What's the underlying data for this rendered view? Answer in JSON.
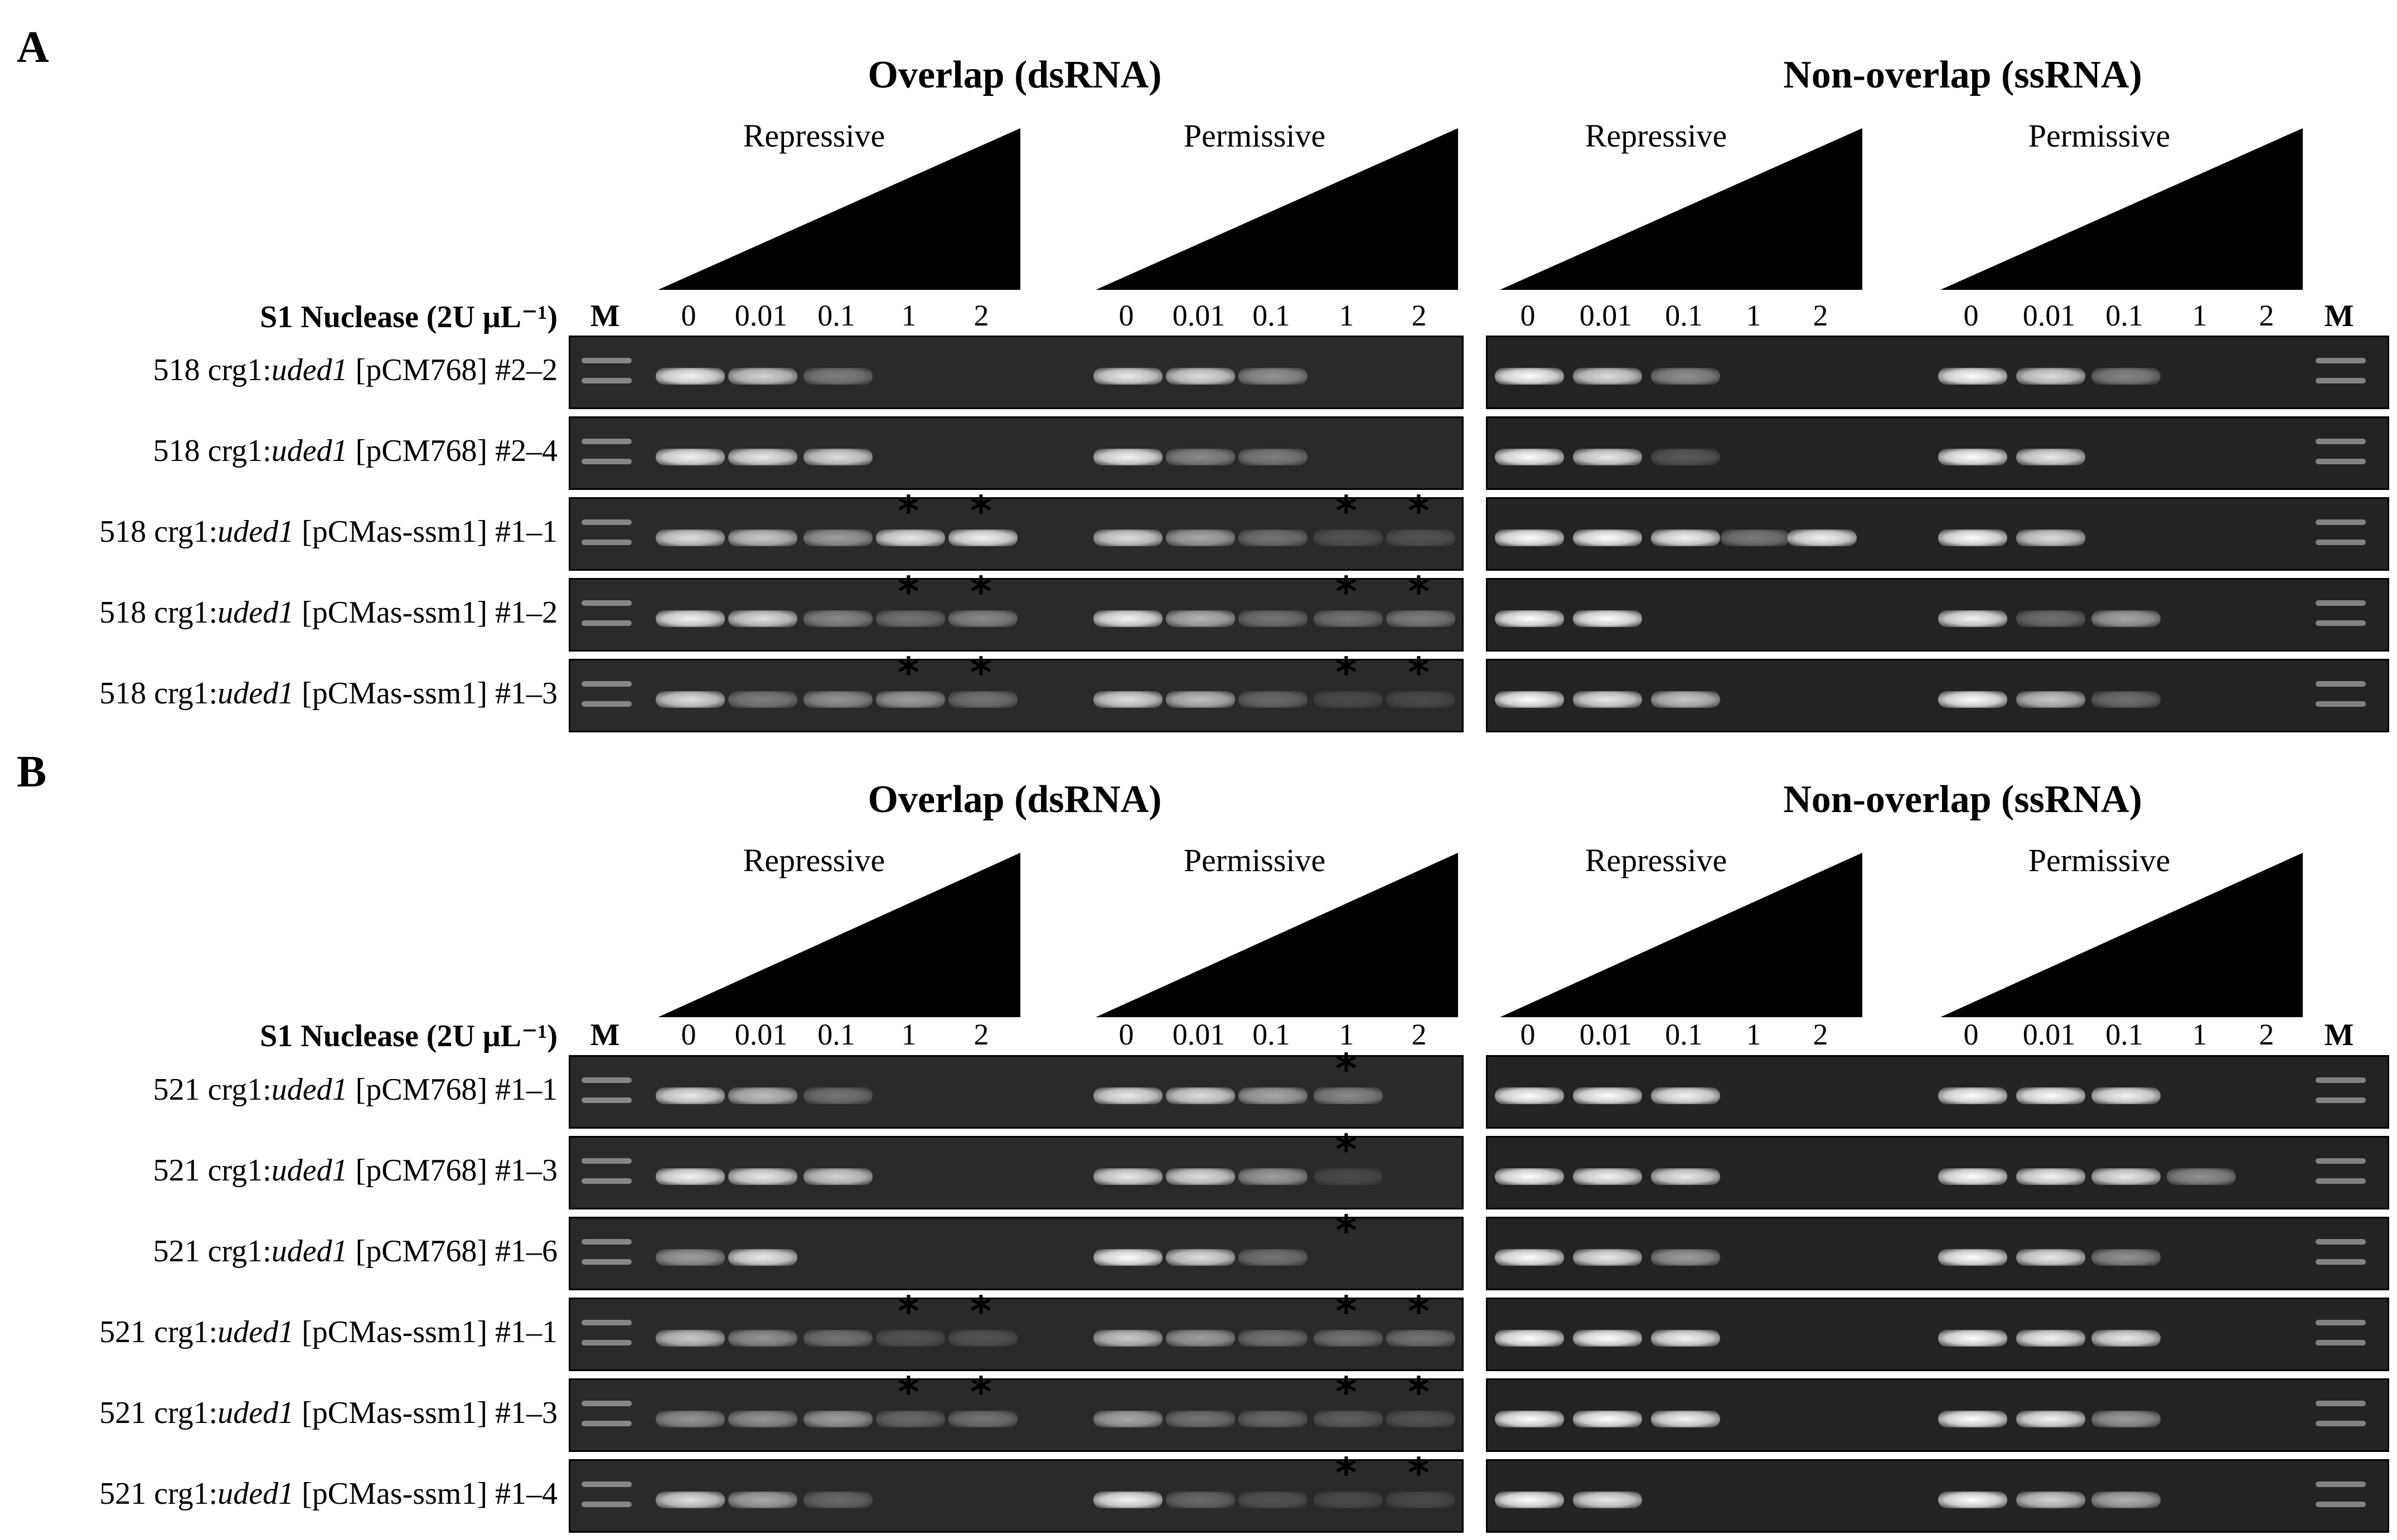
{
  "panels": [
    {
      "letter": "A",
      "overlap_title": "Overlap (dsRNA)",
      "nonoverlap_title": "Non-overlap (ssRNA)",
      "conditions": [
        "Repressive",
        "Permissive",
        "Repressive",
        "Permissive"
      ],
      "nuclease_label": "S1 Nuclease (2U μL⁻¹)",
      "marker": "M",
      "doses": [
        "0",
        "0.01",
        "0.1",
        "1",
        "2"
      ],
      "rows": [
        {
          "id": "518",
          "strain": "crg1:",
          "gene": "uded1",
          "plasmid": "[pCM768] #2–2",
          "bands": [
            [
              0.95,
              0.8,
              0.4,
              0,
              0
            ],
            [
              0.9,
              0.85,
              0.5,
              0,
              0
            ],
            [
              1,
              0.85,
              0.5,
              0,
              0
            ],
            [
              1,
              0.85,
              0.45,
              0,
              0
            ]
          ],
          "stars": [
            [
              0,
              0,
              0,
              0,
              0
            ],
            [
              0,
              0,
              0,
              0,
              0
            ]
          ]
        },
        {
          "id": "518",
          "strain": "crg1:",
          "gene": "uded1",
          "plasmid": "[pCM768] #2–4",
          "bands": [
            [
              0.95,
              0.9,
              0.85,
              0,
              0
            ],
            [
              0.95,
              0.45,
              0.4,
              0,
              0
            ],
            [
              1,
              0.9,
              0.25,
              0,
              0
            ],
            [
              1,
              0.9,
              0,
              0,
              0
            ]
          ],
          "stars": [
            [
              0,
              0,
              0,
              0,
              0
            ],
            [
              0,
              0,
              0,
              0,
              0
            ]
          ]
        },
        {
          "id": "518",
          "strain": "crg1:",
          "gene": "uded1",
          "plasmid": "[pCMas-ssm1] #1–1",
          "bands": [
            [
              0.85,
              0.75,
              0.55,
              0.9,
              0.95
            ],
            [
              0.85,
              0.6,
              0.35,
              0.2,
              0.2
            ],
            [
              1,
              1,
              0.95,
              0.4,
              0.95
            ],
            [
              1,
              0.85,
              0,
              0,
              0
            ]
          ],
          "stars": [
            [
              0,
              0,
              0,
              1,
              1
            ],
            [
              0,
              0,
              0,
              1,
              1
            ]
          ]
        },
        {
          "id": "518",
          "strain": "crg1:",
          "gene": "uded1",
          "plasmid": "[pCMas-ssm1] #1–2",
          "bands": [
            [
              0.95,
              0.85,
              0.45,
              0.35,
              0.45
            ],
            [
              0.95,
              0.65,
              0.35,
              0.35,
              0.4
            ],
            [
              1,
              1,
              0,
              0,
              0
            ],
            [
              0.95,
              0.35,
              0.6,
              0,
              0
            ]
          ],
          "stars": [
            [
              0,
              0,
              0,
              1,
              1
            ],
            [
              0,
              0,
              0,
              1,
              1
            ]
          ]
        },
        {
          "id": "518",
          "strain": "crg1:",
          "gene": "uded1",
          "plasmid": "[pCMas-ssm1] #1–3",
          "bands": [
            [
              0.85,
              0.4,
              0.5,
              0.55,
              0.35
            ],
            [
              0.85,
              0.7,
              0.3,
              0.15,
              0.15
            ],
            [
              1,
              0.9,
              0.75,
              0,
              0
            ],
            [
              1,
              0.75,
              0.35,
              0,
              0
            ]
          ],
          "stars": [
            [
              0,
              0,
              0,
              1,
              1
            ],
            [
              0,
              0,
              0,
              1,
              1
            ]
          ]
        }
      ]
    },
    {
      "letter": "B",
      "overlap_title": "Overlap (dsRNA)",
      "nonoverlap_title": "Non-overlap (ssRNA)",
      "conditions": [
        "Repressive",
        "Permissive",
        "Repressive",
        "Permissive"
      ],
      "nuclease_label": "S1 Nuclease (2U μL⁻¹)",
      "marker": "M",
      "doses": [
        "0",
        "0.01",
        "0.1",
        "1",
        "2"
      ],
      "rows": [
        {
          "id": "521",
          "strain": "crg1:",
          "gene": "uded1",
          "plasmid": "[pCM768] #1–1",
          "bands": [
            [
              0.9,
              0.7,
              0.35,
              0,
              0
            ],
            [
              0.9,
              0.85,
              0.6,
              0.45,
              0
            ],
            [
              1,
              1,
              0.95,
              0,
              0
            ],
            [
              1,
              1,
              0.95,
              0,
              0
            ]
          ],
          "stars": [
            [
              0,
              0,
              0,
              0,
              0
            ],
            [
              0,
              0,
              0,
              1,
              0
            ]
          ]
        },
        {
          "id": "521",
          "strain": "crg1:",
          "gene": "uded1",
          "plasmid": "[pCM768] #1–3",
          "bands": [
            [
              0.95,
              0.9,
              0.8,
              0,
              0
            ],
            [
              0.9,
              0.85,
              0.55,
              0.15,
              0
            ],
            [
              1,
              0.95,
              0.9,
              0,
              0
            ],
            [
              1,
              0.95,
              0.9,
              0.5,
              0
            ]
          ],
          "stars": [
            [
              0,
              0,
              0,
              0,
              0
            ],
            [
              0,
              0,
              0,
              1,
              0
            ]
          ]
        },
        {
          "id": "521",
          "strain": "crg1:",
          "gene": "uded1",
          "plasmid": "[pCM768] #1–6",
          "bands": [
            [
              0.55,
              0.9,
              0,
              0,
              0
            ],
            [
              1,
              0.85,
              0.35,
              0,
              0
            ],
            [
              1,
              0.9,
              0.55,
              0,
              0
            ],
            [
              1,
              0.9,
              0.5,
              0,
              0
            ]
          ],
          "stars": [
            [
              0,
              0,
              0,
              0,
              0
            ],
            [
              0,
              0,
              0,
              1,
              0
            ]
          ]
        },
        {
          "id": "521",
          "strain": "crg1:",
          "gene": "uded1",
          "plasmid": "[pCMas-ssm1] #1–1",
          "bands": [
            [
              0.75,
              0.5,
              0.35,
              0.2,
              0.2
            ],
            [
              0.75,
              0.55,
              0.35,
              0.35,
              0.35
            ],
            [
              1,
              1,
              0.95,
              0,
              0
            ],
            [
              1,
              0.95,
              0.9,
              0,
              0
            ]
          ],
          "stars": [
            [
              0,
              0,
              0,
              1,
              1
            ],
            [
              0,
              0,
              0,
              1,
              1
            ]
          ]
        },
        {
          "id": "521",
          "strain": "crg1:",
          "gene": "uded1",
          "plasmid": "[pCMas-ssm1] #1–3",
          "bands": [
            [
              0.5,
              0.5,
              0.55,
              0.3,
              0.35
            ],
            [
              0.6,
              0.35,
              0.3,
              0.25,
              0.2
            ],
            [
              1,
              1,
              0.95,
              0,
              0
            ],
            [
              1,
              0.95,
              0.55,
              0,
              0
            ]
          ],
          "stars": [
            [
              0,
              0,
              0,
              1,
              1
            ],
            [
              0,
              0,
              0,
              1,
              1
            ]
          ]
        },
        {
          "id": "521",
          "strain": "crg1:",
          "gene": "uded1",
          "plasmid": "[pCMas-ssm1] #1–4",
          "bands": [
            [
              0.85,
              0.6,
              0.3,
              0,
              0
            ],
            [
              0.95,
              0.3,
              0.2,
              0.15,
              0.15
            ],
            [
              1,
              0.9,
              0,
              0,
              0
            ],
            [
              1,
              0.8,
              0.65,
              0,
              0
            ]
          ],
          "stars": [
            [
              0,
              0,
              0,
              0,
              0
            ],
            [
              0,
              0,
              0,
              1,
              1
            ]
          ]
        }
      ]
    }
  ]
}
